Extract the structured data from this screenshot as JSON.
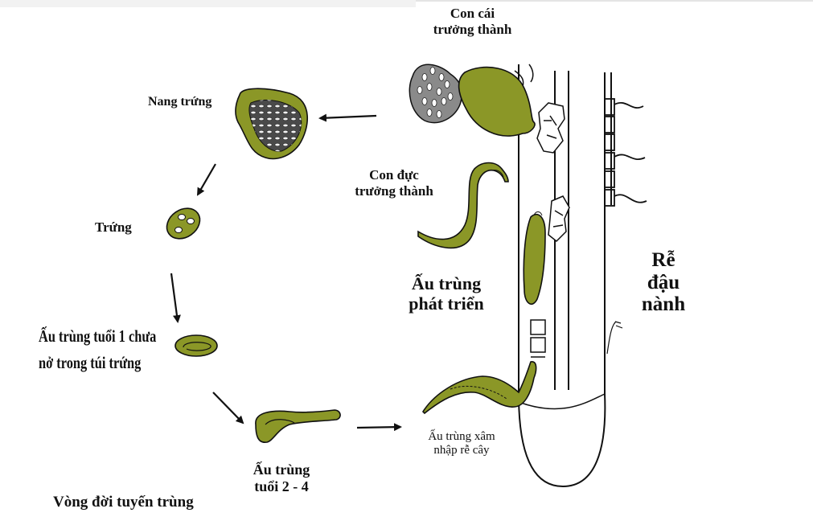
{
  "diagram": {
    "title": "Vòng đời tuyến trùng",
    "colors": {
      "body": "#8b9727",
      "outline": "#1a1a1a",
      "egg_mass": "#8a8a8a",
      "background": "#ffffff"
    },
    "stages": {
      "adult_female": {
        "line1": "Con cái",
        "line2": "trưởng thành"
      },
      "cyst": {
        "label": "Nang trứng"
      },
      "egg": {
        "label": "Trứng"
      },
      "l1": {
        "line1": "Ấu trùng tuổi 1 chưa",
        "line2": "nở trong túi trứng"
      },
      "l2_4": {
        "line1": "Ấu trùng",
        "line2": "tuổi 2 - 4"
      },
      "invading": {
        "line1": "Ấu trùng xâm",
        "line2": "nhập rễ cây"
      },
      "developing": {
        "line1": "Ấu trùng",
        "line2": "phát triển"
      },
      "adult_male": {
        "line1": "Con đực",
        "line2": "trưởng thành"
      }
    },
    "root": {
      "line1": "Rễ",
      "line2": "đậu",
      "line3": "nành"
    }
  }
}
